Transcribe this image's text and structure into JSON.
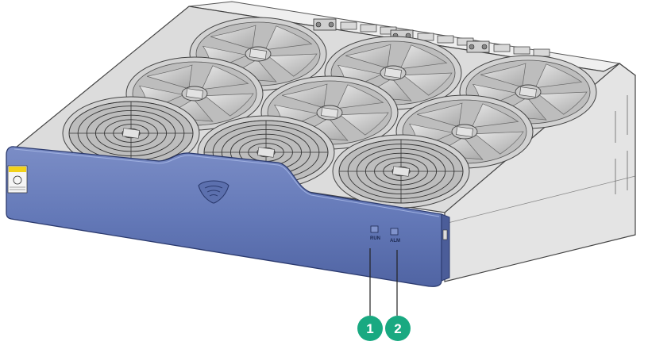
{
  "diagram": {
    "panel": {
      "color": "#6479b8",
      "indicators": [
        {
          "label": "RUN",
          "callout": "1"
        },
        {
          "label": "ALM",
          "callout": "2"
        }
      ]
    },
    "callout_color": "#19a981",
    "fan_rows": [
      3,
      3,
      3
    ]
  }
}
